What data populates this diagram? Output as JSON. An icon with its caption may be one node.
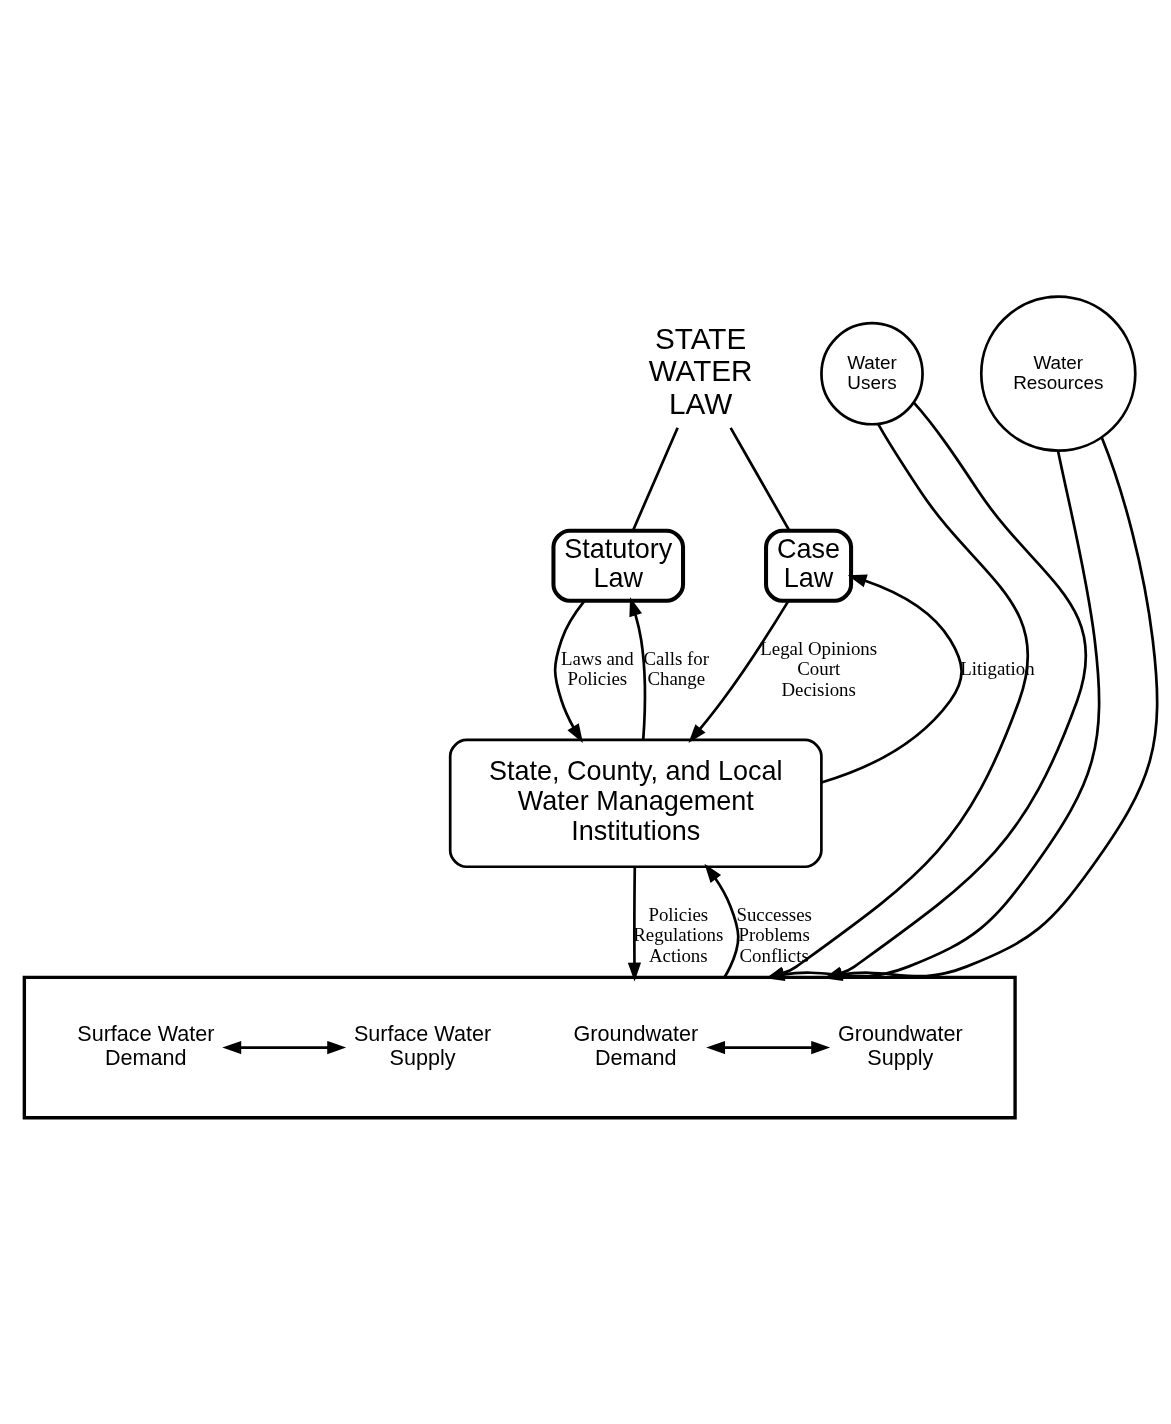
{
  "diagram": {
    "nodes": [
      {
        "text": [
          "STATE WATER LAW"
        ]
      },
      {
        "text": [
          "Statutory Law"
        ]
      },
      {
        "text": [
          "Case Law"
        ]
      },
      {
        "text": [
          "State, County, and Local Water Management Institutions"
        ]
      },
      {
        "text": [],
        "shape": "box"
      },
      {
        "text": [
          "Groundwater Demand"
        ],
        "in": 4
      },
      {
        "text": [
          "Groundwater Supply"
        ],
        "in": 4
      },
      {
        "text": [
          "Surface Water Demand"
        ],
        "in": 4
      },
      {
        "text": [
          "Surface Water Supply"
        ],
        "in": 4
      },
      {
        "text": [
          "Water Users"
        ]
      },
      {
        "text": [
          "Water Resources"
        ]
      }
    ],
    "edges": [
      {
        "from": 0,
        "to": 1,
        "arrow": "none"
      },
      {
        "from": 0,
        "to": 2,
        "arrow": "none"
      },
      {
        "from": 1,
        "to": 3,
        "arrow": "to",
        "label": "Laws and Policies"
      },
      {
        "from": 3,
        "to": 1,
        "arrow": "to",
        "label": "Calls for Change"
      },
      {
        "from": 3,
        "to": 2,
        "arrow": "to",
        "label": "Litigation"
      },
      {
        "from": 2,
        "to": 3,
        "arrow": "to",
        "label": "Legal Opinions Court Decisions"
      },
      {
        "from": 3,
        "to": 4,
        "arrow": "to",
        "label": "Policies Regulations Actions"
      },
      {
        "from": 4,
        "to": 3,
        "arrow": "to",
        "label": "Successes Problems Conflicts"
      },
      {
        "from": 5,
        "to": 6,
        "arrow": "both"
      },
      {
        "from": 7,
        "to": 8,
        "arrow": "both"
      },
      {
        "from": 9,
        "to": 4,
        "arrow": "to"
      },
      {
        "from": 9,
        "to": 4,
        "arrow": "to"
      },
      {
        "from": 10,
        "to": 4,
        "arrow": "to"
      },
      {
        "from": 10,
        "to": 4,
        "arrow": "to"
      }
    ]
  }
}
